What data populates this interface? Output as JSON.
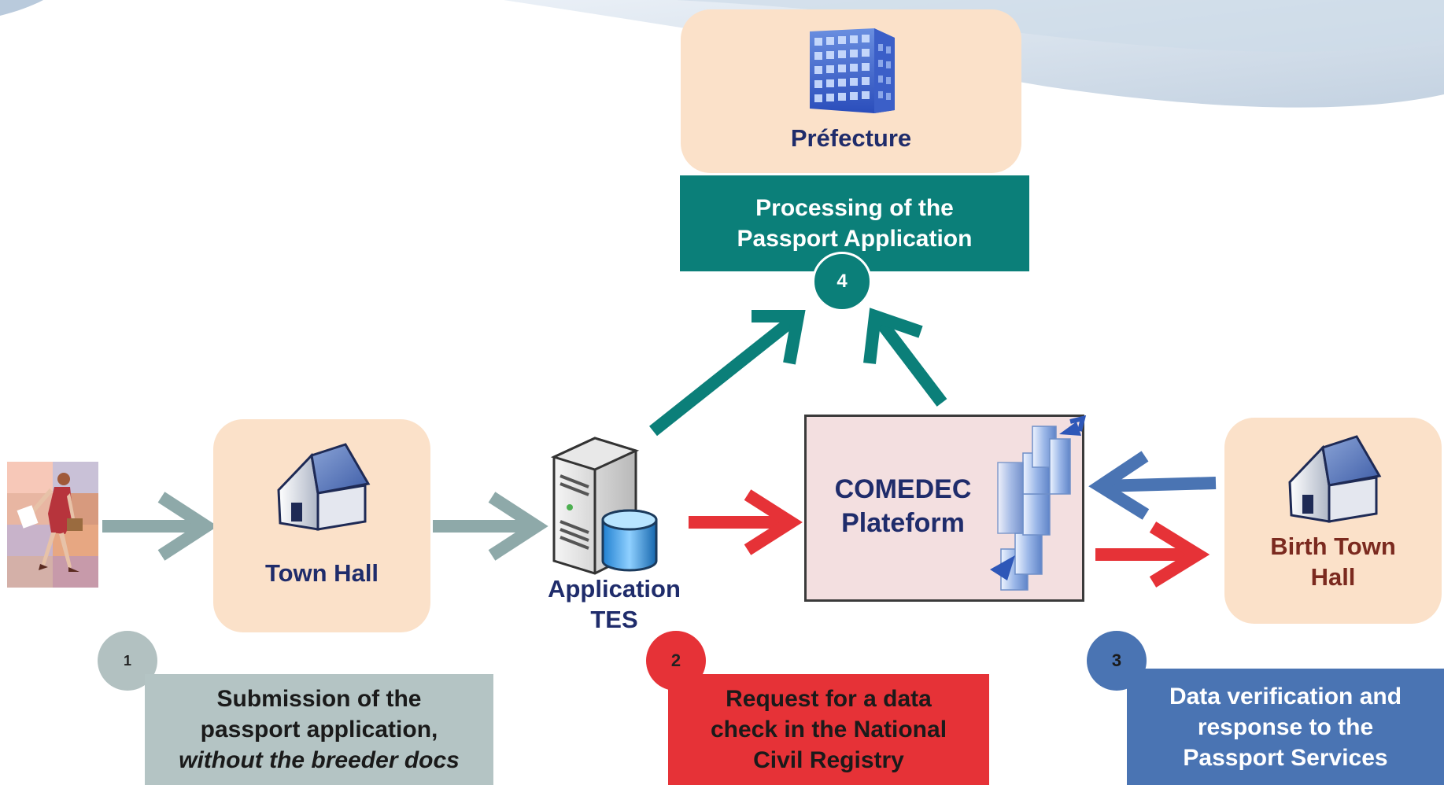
{
  "nodes": {
    "prefecture": "Préfecture",
    "town_hall": "Town Hall",
    "application_tes": "Application TES",
    "comedec": "COMEDEC Plateform",
    "birth_town_hall": "Birth Town Hall"
  },
  "steps": [
    {
      "number": "1",
      "text": "Submission of the passport application,",
      "text_italic": "without the breeder docs"
    },
    {
      "number": "2",
      "text": "Request for a data check in the National Civil Registry"
    },
    {
      "number": "3",
      "text": "Data verification and response to the Passport Services"
    },
    {
      "number": "4",
      "text": "Processing of the Passport Application"
    }
  ],
  "colors": {
    "node_fill": "#fbe1c9",
    "comedec_fill": "#f3dfe0",
    "teal": "#0b7f79",
    "grey_arrow": "#8ea9a9",
    "red": "#e63237",
    "blue": "#4a74b3",
    "grey_badge": "#b2c1c1",
    "step1_fill": "#b4c4c4",
    "label_dark": "#1f2c6b",
    "label_birth": "#7b2a1f"
  },
  "icons": [
    "building-icon",
    "house-icon",
    "server-database-icon",
    "stacked-cubes-icon",
    "walking-woman-icon"
  ]
}
